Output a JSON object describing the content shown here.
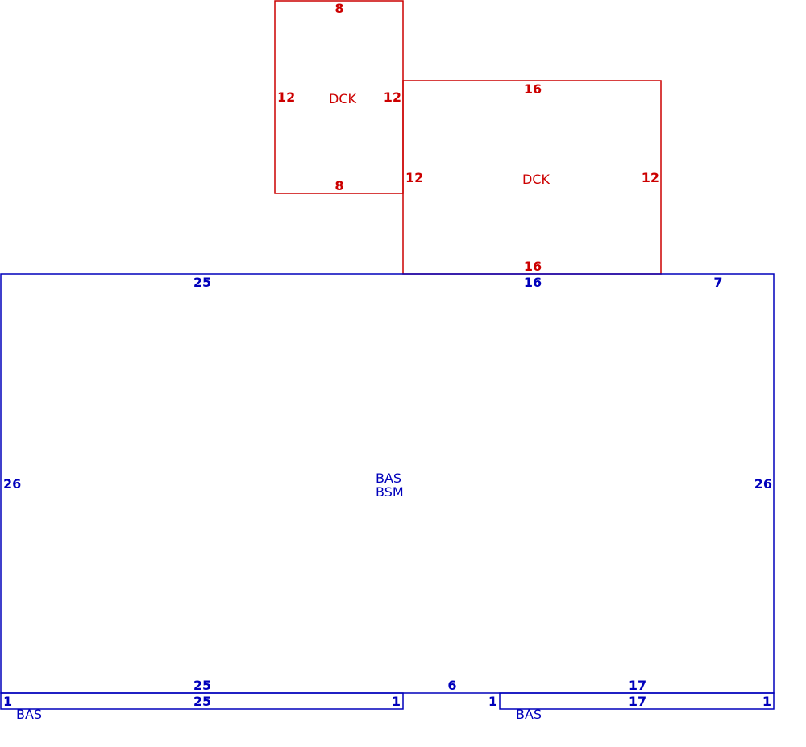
{
  "colors": {
    "deck": "#cc0000",
    "base": "#0000bb"
  },
  "deck_small": {
    "top": "8",
    "bottom": "8",
    "left": "12",
    "right": "12",
    "code": "DCK"
  },
  "deck_large": {
    "top": "16",
    "bottom": "16",
    "left": "12",
    "right": "12",
    "code": "DCK"
  },
  "main": {
    "top_left": "25",
    "top_mid": "16",
    "top_right": "7",
    "left": "26",
    "right": "26",
    "bottom_left": "25",
    "bottom_mid": "6",
    "bottom_right": "17",
    "code1": "BAS",
    "code2": "BSM"
  },
  "strip_left": {
    "top": "25",
    "left": "1",
    "right": "1",
    "code": "BAS"
  },
  "strip_right": {
    "top": "17",
    "left": "1",
    "right": "1",
    "code": "BAS"
  }
}
